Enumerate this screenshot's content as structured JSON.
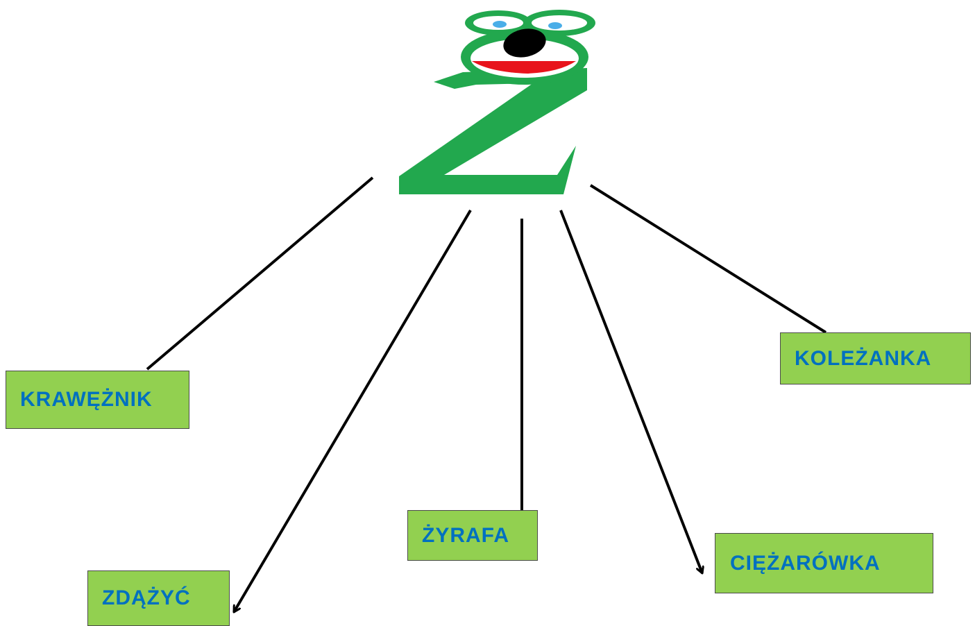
{
  "colors": {
    "letter_green": "#22a84e",
    "box_fill": "#92d050",
    "word_text": "#0070c0",
    "eye_blue": "#4aaee8",
    "mouth_red": "#e8141c",
    "line_color": "#000000"
  },
  "letter": {
    "glyph": "Ż",
    "icon": "frog-face-letter-z-icon"
  },
  "words": {
    "krawedznik": "KRAWĘŻNIK",
    "zdazyc": "ZDĄŻYĆ",
    "zyrafa": "ŻYRAFA",
    "ciezarowka": "CIĘŻARÓWKA",
    "kolezanka": "KOLEŻANKA"
  }
}
